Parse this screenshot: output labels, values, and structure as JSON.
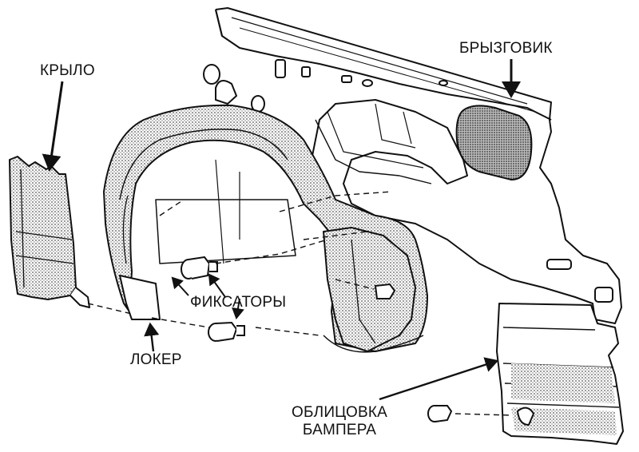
{
  "labels": {
    "wing": "КРЫЛО",
    "splash_guard": "БРЫЗГОВИК",
    "retainers": "ФИКСАТОРЫ",
    "wheel_liner": "ЛОКЕР",
    "bumper_trim_line1": "ОБЛИЦОВКА",
    "bumper_trim_line2": "БАМПЕРА"
  },
  "colors": {
    "ink": "#111111",
    "shade": "#9a9a9a",
    "background": "#ffffff"
  }
}
